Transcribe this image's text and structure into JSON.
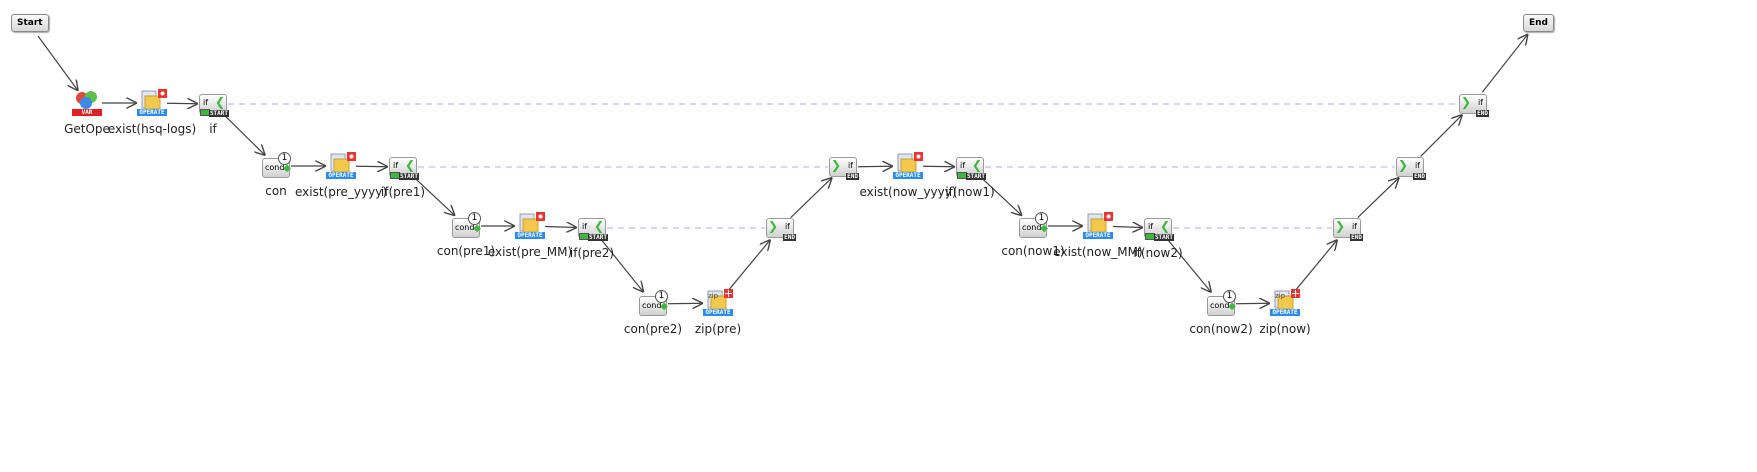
{
  "start_label": "Start",
  "end_label": "End",
  "nodes": [
    {
      "id": "getope",
      "type": "var",
      "label": "GetOpe"
    },
    {
      "id": "exist_hsq",
      "type": "operate",
      "label": "exist(hsq-logs)"
    },
    {
      "id": "if0",
      "type": "if-start",
      "label": "if"
    },
    {
      "id": "con0",
      "type": "cond",
      "label": "con"
    },
    {
      "id": "exist_pre_yyyy",
      "type": "operate",
      "label": "exist(pre_yyyy)"
    },
    {
      "id": "if_pre1",
      "type": "if-start",
      "label": "if(pre1)"
    },
    {
      "id": "con_pre1",
      "type": "cond",
      "label": "con(pre1)"
    },
    {
      "id": "exist_pre_mm",
      "type": "operate",
      "label": "exist(pre_MM)"
    },
    {
      "id": "if_pre2",
      "type": "if-start",
      "label": "if(pre2)"
    },
    {
      "id": "con_pre2",
      "type": "cond",
      "label": "con(pre2)"
    },
    {
      "id": "zip_pre",
      "type": "zip",
      "label": "zip(pre)"
    },
    {
      "id": "end_pre2",
      "type": "if-end",
      "label": ""
    },
    {
      "id": "end_pre1",
      "type": "if-end",
      "label": ""
    },
    {
      "id": "exist_now_yyyy",
      "type": "operate",
      "label": "exist(now_yyyy)"
    },
    {
      "id": "if_now1",
      "type": "if-start",
      "label": "if(now1)"
    },
    {
      "id": "con_now1",
      "type": "cond",
      "label": "con(now1)"
    },
    {
      "id": "exist_now_mm",
      "type": "operate",
      "label": "exist(now_MM)"
    },
    {
      "id": "if_now2",
      "type": "if-start",
      "label": "if(now2)"
    },
    {
      "id": "con_now2",
      "type": "cond",
      "label": "con(now2)"
    },
    {
      "id": "zip_now",
      "type": "zip",
      "label": "zip(now)"
    },
    {
      "id": "end_now2",
      "type": "if-end",
      "label": ""
    },
    {
      "id": "end_now1",
      "type": "if-end",
      "label": ""
    },
    {
      "id": "end0",
      "type": "if-end",
      "label": ""
    }
  ],
  "badges": {
    "var": "VAR",
    "operate": "OPERATE",
    "start": "START",
    "end": "END",
    "if": "if",
    "cond": "cond",
    "zip": "zip",
    "count": "1"
  },
  "colors": {
    "edge": "#444444",
    "dashed": "#c8c8f0",
    "var_tag": "#e02020",
    "operate_tag": "#2a8cf0",
    "green": "#3cb83c"
  }
}
